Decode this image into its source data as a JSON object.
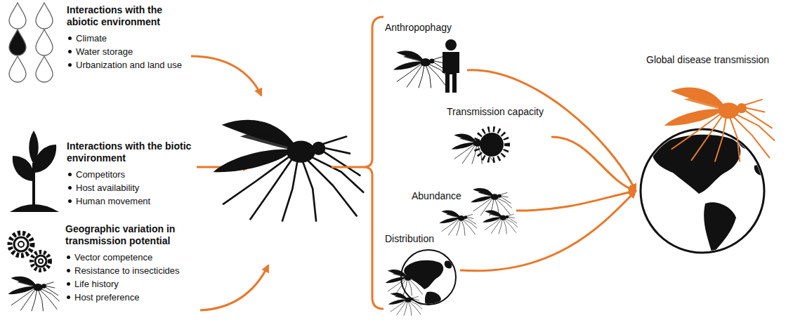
{
  "diagram": {
    "nodes": [
      {
        "text": [
          "Interactions with the abiotic environment",
          "Climate",
          "Water storage",
          "Urbanization and land use"
        ]
      },
      {
        "text": [
          "Interactions with the biotic environment",
          "Competitors",
          "Host availability",
          "Human movement"
        ]
      },
      {
        "text": [
          "Geographic variation in transmission potential",
          "Vector competence",
          "Resistance to insecticides",
          "Life history",
          "Host preference"
        ]
      },
      {
        "text": [
          "Anthropophagy"
        ]
      },
      {
        "text": [
          "Transmission capacity"
        ]
      },
      {
        "text": [
          "Abundance"
        ]
      },
      {
        "text": [
          "Distribution"
        ]
      },
      {
        "text": [
          "Global disease transmission"
        ]
      }
    ],
    "edges": [
      {
        "from": 3,
        "to": 7,
        "arrow": "to"
      },
      {
        "from": 4,
        "to": 7,
        "arrow": "to"
      },
      {
        "from": 5,
        "to": 7,
        "arrow": "to"
      },
      {
        "from": 6,
        "to": 7,
        "arrow": "to"
      }
    ]
  }
}
